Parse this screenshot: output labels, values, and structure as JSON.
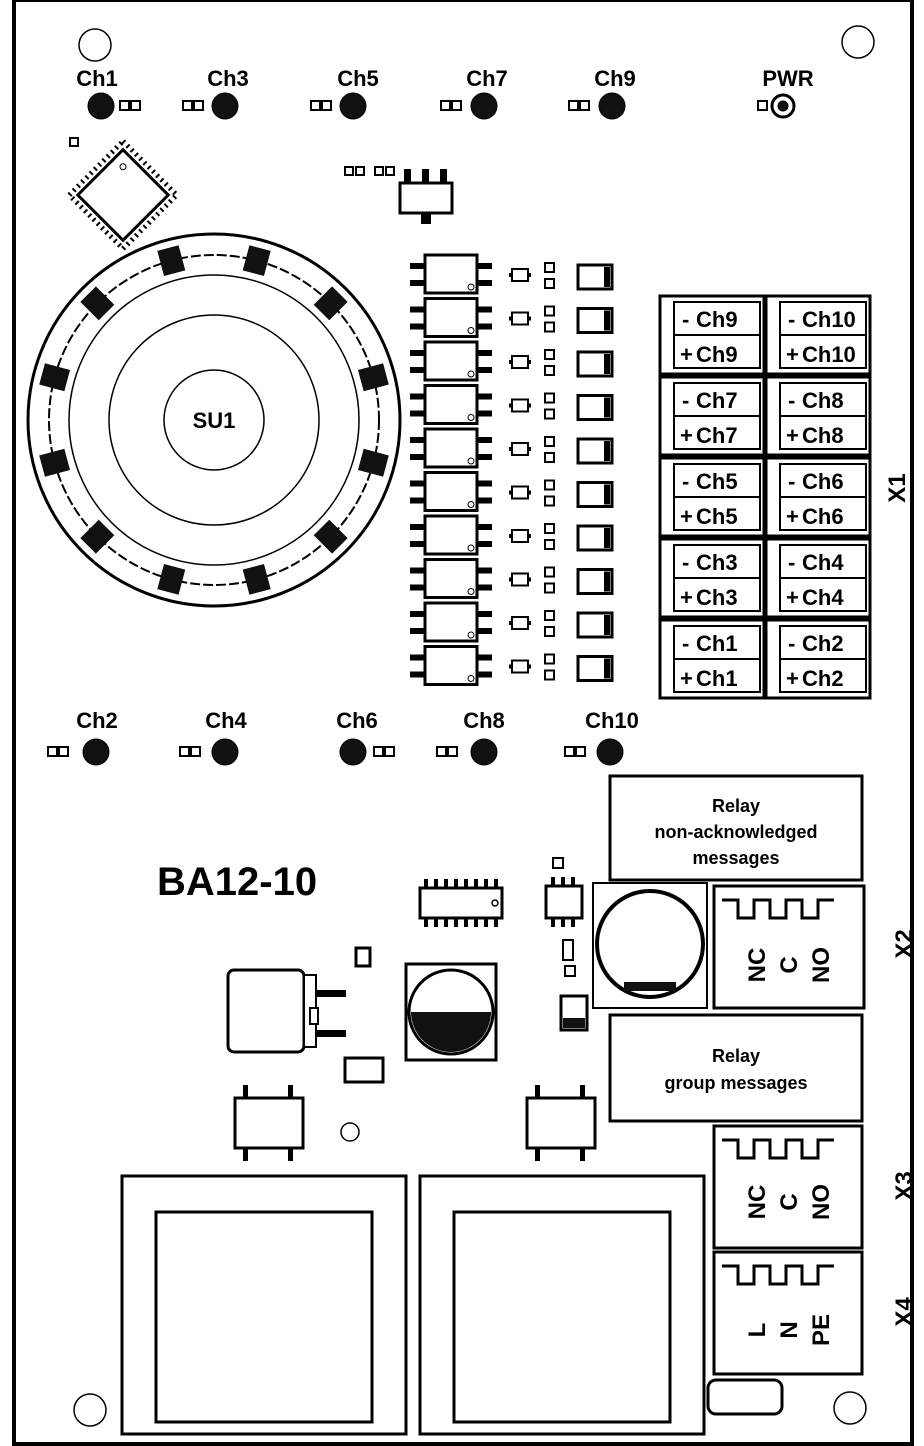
{
  "board": {
    "name": "BA12-10",
    "sounder": "SU1",
    "power_label": "PWR"
  },
  "leds_top": [
    "Ch1",
    "Ch3",
    "Ch5",
    "Ch7",
    "Ch9"
  ],
  "leds_bottom": [
    "Ch2",
    "Ch4",
    "Ch6",
    "Ch8",
    "Ch10"
  ],
  "x1": {
    "label": "X1",
    "pairs": [
      [
        "Ch9",
        "Ch10"
      ],
      [
        "Ch7",
        "Ch8"
      ],
      [
        "Ch5",
        "Ch6"
      ],
      [
        "Ch3",
        "Ch4"
      ],
      [
        "Ch1",
        "Ch2"
      ]
    ],
    "minus": "-",
    "plus": "+"
  },
  "relay1": {
    "line1": "Relay",
    "line2": "non-acknowledged",
    "line3": "messages"
  },
  "relay2": {
    "line1": "Relay",
    "line2": "group messages"
  },
  "x2": {
    "label": "X2",
    "terminals": [
      "NC",
      "C",
      "NO"
    ]
  },
  "x3": {
    "label": "X3",
    "terminals": [
      "NC",
      "C",
      "NO"
    ]
  },
  "x4": {
    "label": "X4",
    "terminals": [
      "L",
      "N",
      "PE"
    ]
  },
  "colors": {
    "ink": "#000000",
    "paper": "#ffffff",
    "pad": "#111111"
  }
}
